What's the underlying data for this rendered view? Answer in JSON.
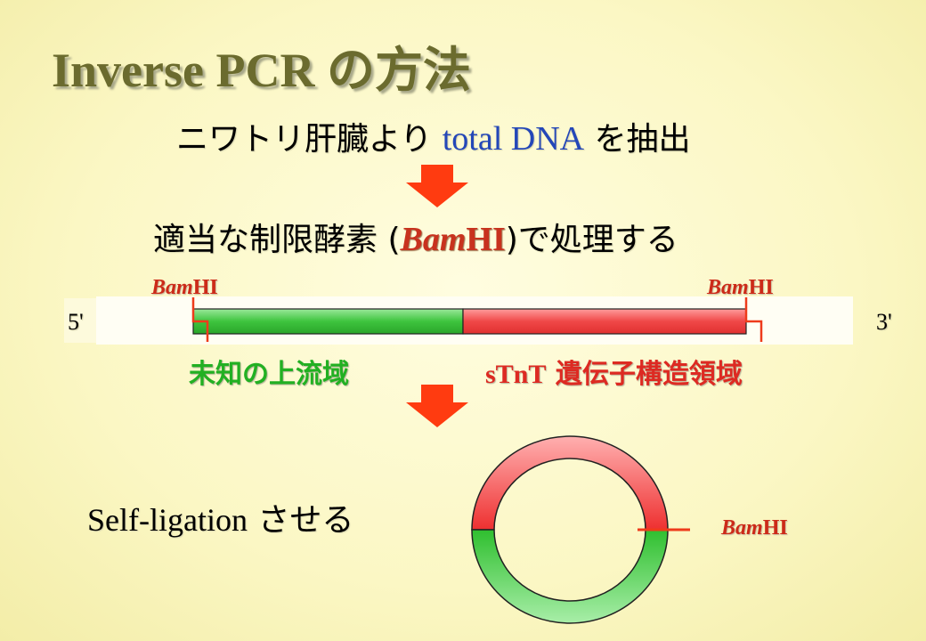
{
  "title": "Inverse PCR の方法",
  "step1": {
    "prefix": "ニワトリ肝臓より ",
    "highlight": "total DNA",
    "suffix": " を抽出"
  },
  "step2": {
    "prefix": "適当な制限酵素 (",
    "enzyme_italic": "Bam",
    "enzyme_plain": "HI",
    "suffix": ")で処理する"
  },
  "dna": {
    "five_prime": "5'",
    "three_prime": "3'",
    "site_left": {
      "italic": "Bam",
      "plain": "HI"
    },
    "site_right": {
      "italic": "Bam",
      "plain": "HI"
    },
    "upstream_label": "未知の上流域",
    "gene_label_latin": "sTnT",
    "gene_label_jp": " 遺伝子構造領域"
  },
  "step3": {
    "text_latin": "Self-ligation",
    "text_jp": " させる"
  },
  "circle_site": {
    "italic": "Bam",
    "plain": "HI"
  },
  "colors": {
    "title": "#6b6b2e",
    "arrow": "#ff3b10",
    "green_region": "#3ec43e",
    "red_region": "#f04848",
    "enzyme_text": "#cc2a18",
    "highlight_text": "#2447b8"
  }
}
